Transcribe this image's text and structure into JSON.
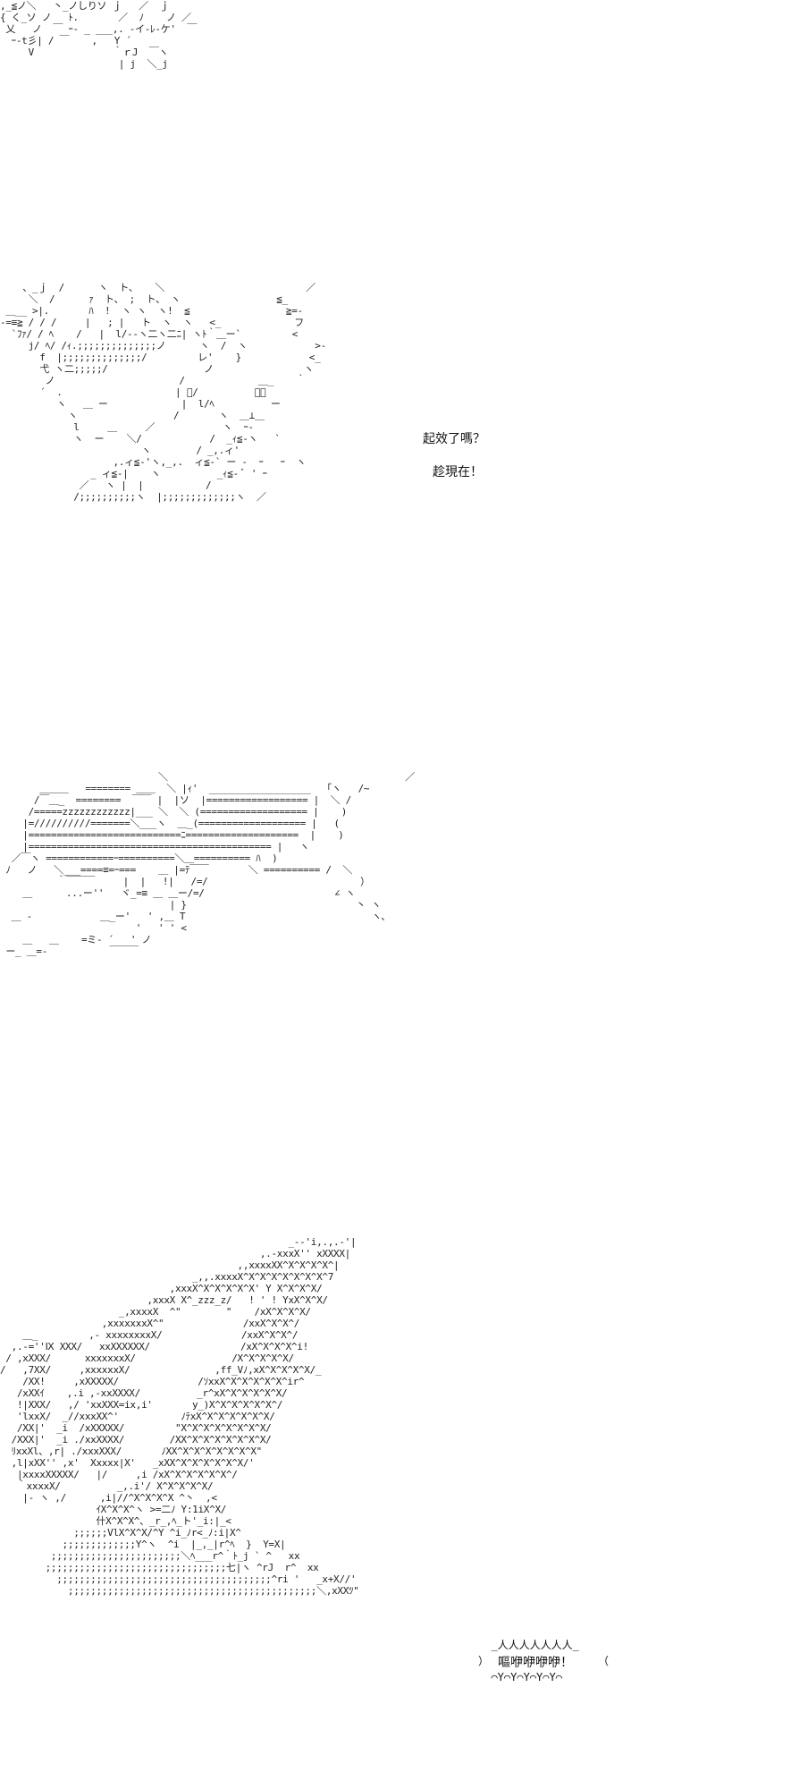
{
  "panels": {
    "panel1": {
      "art": ",_≦ノ＼   丶_ノしりソ ｊ   ／  ｊ\n{ く_ソ ノ   ﾄ.       ／  ﾉ    ノ ／\n 乂   ノ  ￣ ｰ- _ ___,. -イ-ﾚ-ケ'  ￣\n  ｰ-t彡| / ￣    ,   Y ´\n     V              ｀ｒJ  ￣ヽ\n                     | j  ＼_j"
    },
    "panel2": {
      "art": "    、_ｊ  /      ヽ  ト、   ＼                         ／\n     ＼  /      ｧ  ト、 ;  ト、 ヽ                 ≦_\n ＿__ >|.       ﾊ  !  ヽ ヽ  ヽ!  ≦                 ≧=-\n-=≡≧ / / /     |   ; |   ト  ヽ  ヽ   <_             フ\n  `ﾌｧ/ / ﾍ    /   |  l/--ヽ二ヽ二ﾆ| ヽﾄ｀＿ー`         <\n     j/ ﾍ/ /ｨ.;;;;;;;;;;;;;;ノ      ヽ  /  ヽ            >-\n       f  |;;;;;;;;;;;;;;/         レ'    }            <_\n       弋 ヽ二;;;;;/                 ノ                ヽ\n        ノ                      /             ＿_    ｀\n       ´  .                    | ﾞ/          ｀＼\n          ヽ   ＿ ー             |  l/ﾍ          ー\n            ヽ                 /       ヽ  ＿⊥＿\n             l     ＿     ／            ヽ  ｰ-\n             ヽ  ー    ＼/            /  _ｨ≦-ヽ   `\n                         ヽ        / _,.ィ'\n                    ,.ィ≦-'ヽ,_,.  ィ≦-` ー -  ｰ   ｰ  ヽ\n                _ ィ≦-|    ヽ          _ｨ≦- ﾞ ' ｰ\n              ／   ヽ |  |           /\n             /;;;;;;;;;;ヽ  |;;;;;;;;;;;;;ヽ  ／",
      "line1": "起效了嗎？",
      "line2": "趁現在！"
    },
    "panel3": {
      "art": "                            ＼                                          ／\n       ＿＿＿   ======== ＿＿  ＼ |ｨ'  __________________  「ヽ   /~\n      /￣＿_  ========  ￣￣ |  |ソ  |================== |  ＼ /\n     /=====zzzzzzzzzzzz|___ ＼  ＼ (=================== |    )\n    |=//////////=======＼___ヽ  ＿_(=================== |   (\n    |===========================ﾆ====================  |    )\n    |=========================================== |   ヽ\n  ／￣ヽ ============ｰ==========＼＿========== ﾊ  )\n ﾉ   ノ   ＼___====≡=ｰ===    ＿ |=ﾃ￣￣       ＼ ========== /  ＼\n          ｀￣￣￣     |  |   !|   /=/                           ）\n    ＿      ...ー''   ヾ_=≡ ＿ ＿ー/=/                       ∠ ヽ\n                              | }                              丶 ヽ\n  ＿ -            ＿_ー'   ' ,＿ T                                 ヽ､\n                        '   ' ' <\n    ＿   ＿    =ミ- ´   ' ノ\n ー_ ＿=-           ￣￣￣"
    },
    "panel4": {
      "art": "                                                   _--'i,.,.-'|\n                                              ,.-xxxX'' xXXXX|\n                                          ,,xxxxXX^X^X^X^X^|\n                                  _,,.xxxxX^X^X^X^X^X^X^X^7\n                              ,xxxX^X^X^X^X^X' Y X^X^X^X/\n                          ,xxxX X^_zzz_z/   ! ' ! YxX^X^X/\n                     _,xxxxX  ^\"        \"    /xX^X^X^X/\n                  ,xxxxxxxX^\"              /xxX^X^X^/\n    ＿_         ,- xxxxxxxxX/              /xxX^X^X^/\n  ,.-=''Ⅸ XXX/   xxXXXXXX/                /xX^X^X^X^i!\n / ,xXXX/      xxxxxxxX/                 /X^X^X^X^X/\n/   ,7XX/     ,xxxxxxX/               ,ff_Vﾉ,xX^X^X^X^X/_\n    /XX!     ,xXXXXX/              /ｿxxX^X^X^X^X^X^ir^\n   /xXXｲ    ,.i ,-xxXXXX/          _r^xX^X^X^X^X^X/\n   !|XXX/   ,/ 'xxXXX=ix,i'       y_)X^X^X^X^X^X^/\n   'lxxX/  _//xxxXX^'           ﾉﾃxX^X^X^X^X^X^X/\n   /XX|'  _i  /xXXXXX/         \"X^X^X^X^X^X^X^X/\n  /XXX|'  _i ./xxXXXX/        /XX^X^X^X^X^X^X^X/\n  ﾘxxXl、,r| ./xxxXXX/       ﾉXX^X^X^X^X^X^X^X\"\n  ,l|xXX'' ,x'  Xxxxx|X'   _xXX^X^X^X^X^X^X/'\n   |xxxxXXXXX/   |/     ,i /xX^X^X^X^X^X^/\n   ｀xxxxX/          _,.i'/ X^X^X^X^X/\n    |- ヽ ,/      ,i|//^X^X^X^X ^丶  ,<\n                 ｲX^X^X^ヽ >=二ﾉ Y:1iX^X/\n                 什X^X^X^、_r_,ﾍ_ト'_i:|_<\n             ;;;;;;VlX^X^X/^Y ^i_ﾉr<_ﾉ:i|X^\n           ;;;;;;;;;;;;;Y^ヽ  ^i  |_,_|r^ﾍ  }  Y=X|\n         ;;;;;;;;;;;;;;;;;;;;;;;＼ﾍ___r^｀ﾄ_j ` ^   xx\n        ;;;;;;;;;;;;;;;;;;;;;;;;;;;;;;;;七|ヽ ^rJ  r^  xx\n          ;;;;;;;;;;;;;;;;;;;;;;;;;;;;;;;;;;;;;;^ri '   _x+X//'\n            ;;;;;;;;;;;;;;;;;;;;;;;;;;;;;;;;;;;;;;;;;;;;＼,xXXﾂ\"",
      "shout_top": "  _人人人人人人人_",
      "shout_text": "嘔咿咿咿咿！",
      "shout_left": "）",
      "shout_right": "（",
      "shout_bottom": "  ⌒Y⌒Y⌒Y⌒Y⌒Y⌒"
    }
  }
}
